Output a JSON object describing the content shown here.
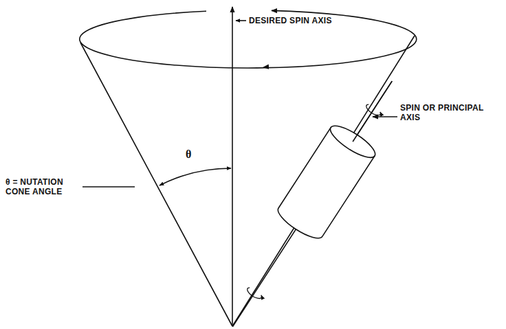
{
  "diagram": {
    "labels": [
      "DESIRED SPIN AXIS",
      "SPIN OR PRINCIPAL AXIS",
      "θ",
      "θ = NUTATION CONE ANGLE"
    ]
  }
}
